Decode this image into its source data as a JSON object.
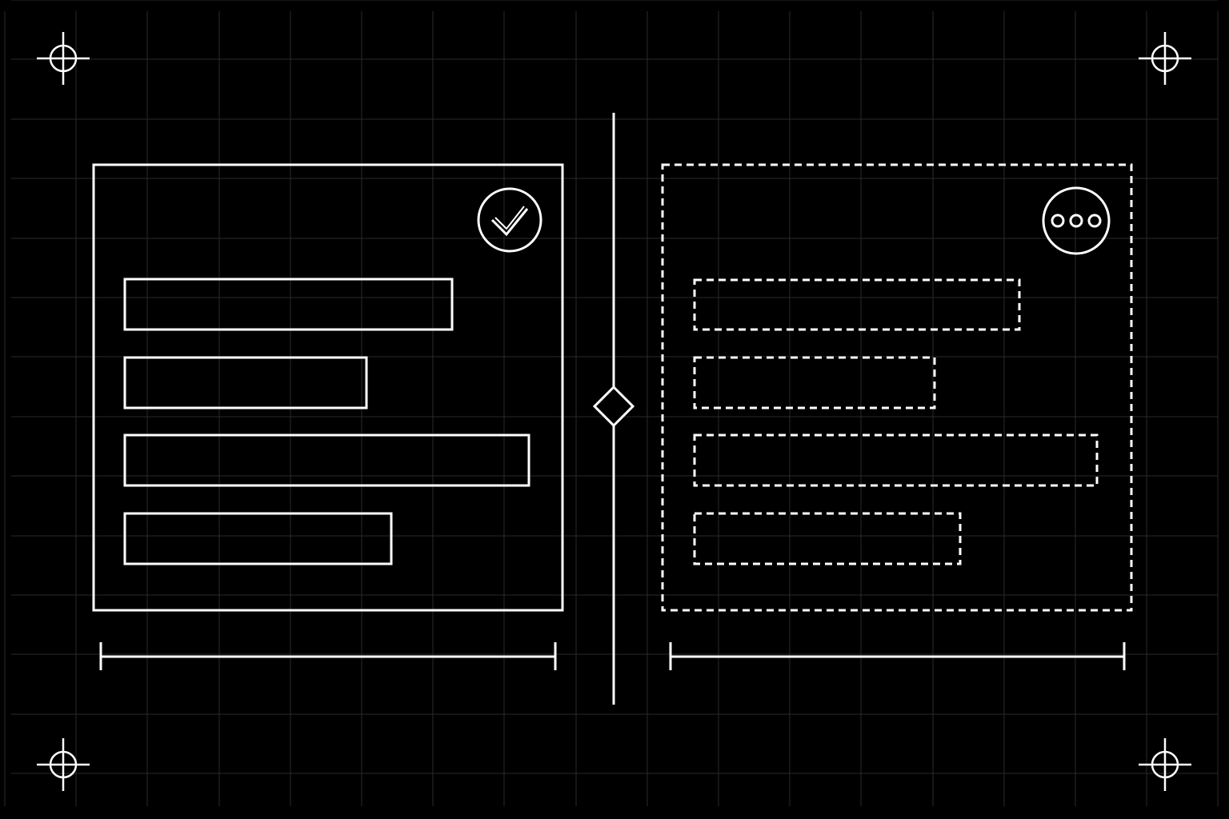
{
  "theme": {
    "background": "#000000",
    "stroke": "#ffffff",
    "grid": "#2a2a2a"
  },
  "panels": [
    {
      "state": "complete",
      "border_style": "solid",
      "status_icon": "check-circle-icon",
      "placeholder_bars": 4
    },
    {
      "state": "pending",
      "border_style": "dashed",
      "status_icon": "more-horizontal-circle-icon",
      "placeholder_bars": 4
    }
  ],
  "divider": {
    "handle_icon": "diamond-handle-icon"
  },
  "corner_marks": {
    "icon": "crosshair-icon",
    "count": 4
  }
}
